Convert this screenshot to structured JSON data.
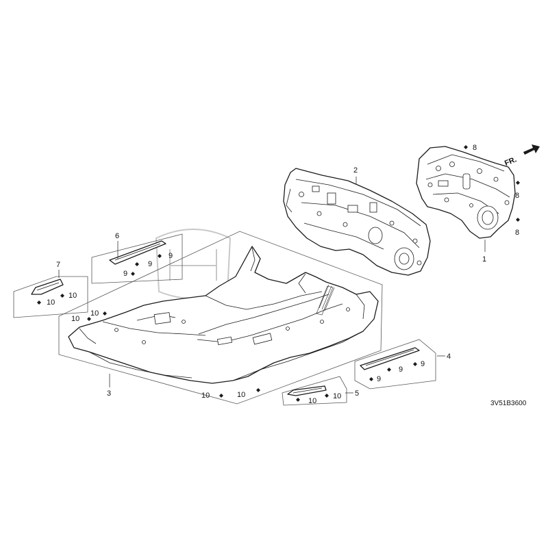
{
  "diagram": {
    "direction_label": "FR.",
    "diagram_code": "3V51B3600",
    "parts": [
      {
        "ref": "1"
      },
      {
        "ref": "2"
      },
      {
        "ref": "3"
      },
      {
        "ref": "4"
      },
      {
        "ref": "5"
      },
      {
        "ref": "6"
      },
      {
        "ref": "7"
      }
    ],
    "fastener_labels": {
      "clip_8": "8",
      "clip_9": "9",
      "clip_10": "10"
    }
  }
}
